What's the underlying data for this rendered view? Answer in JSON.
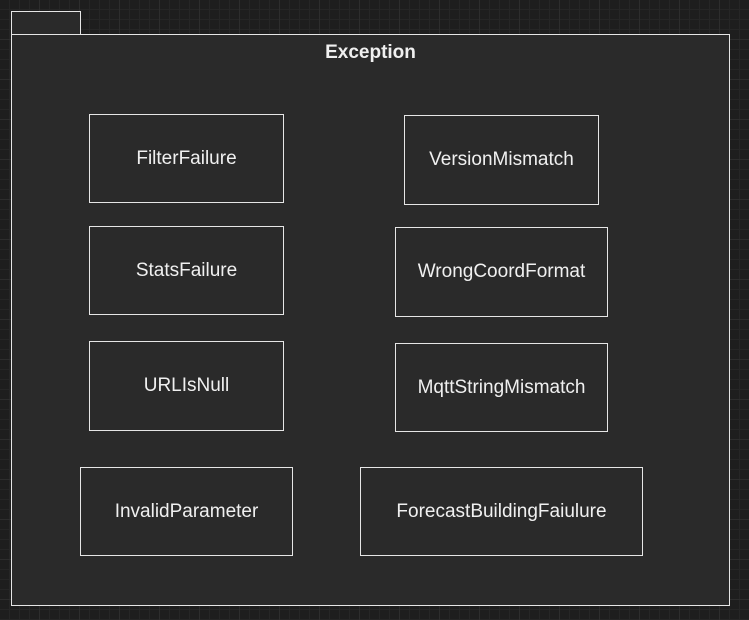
{
  "package": {
    "title": "Exception"
  },
  "classes": [
    {
      "label": "FilterFailure"
    },
    {
      "label": "VersionMismatch"
    },
    {
      "label": "StatsFailure"
    },
    {
      "label": "WrongCoordFormat"
    },
    {
      "label": "URLIsNull"
    },
    {
      "label": "MqttStringMismatch"
    },
    {
      "label": "InvalidParameter"
    },
    {
      "label": "ForecastBuildingFaiulure"
    }
  ],
  "colors": {
    "canvas": "#1e1e1e",
    "fill": "#2a2a2a",
    "stroke": "#e6e6e6",
    "text": "#f0f0f0"
  }
}
